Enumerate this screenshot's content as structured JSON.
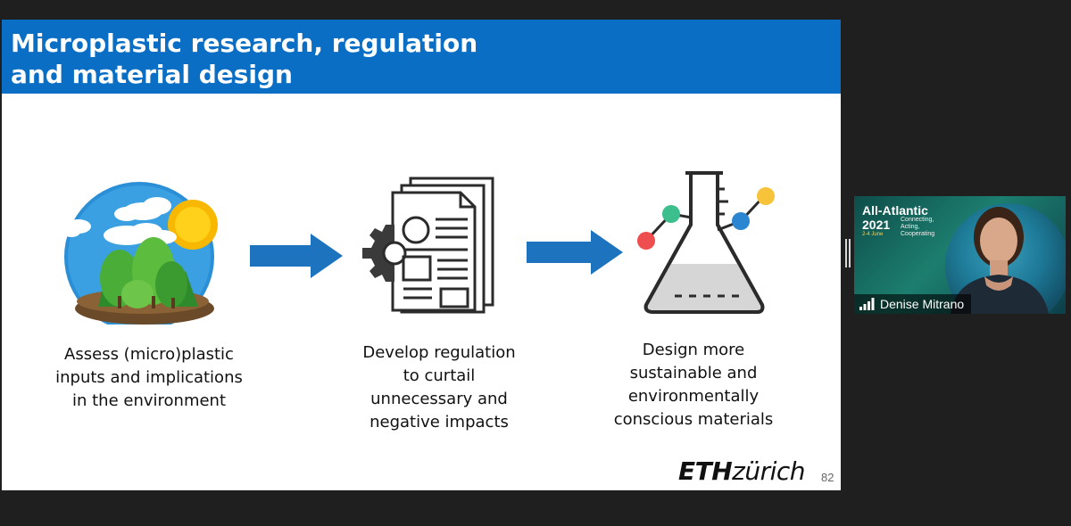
{
  "slide": {
    "title_lines": [
      "Microplastic research, regulation",
      "and material design"
    ],
    "panels": [
      {
        "icon": "environment-landscape-icon",
        "caption_lines": [
          "Assess (micro)plastic",
          "inputs and implications",
          "in the environment"
        ]
      },
      {
        "icon": "regulation-documents-icon",
        "caption_lines": [
          "Develop regulation",
          "to curtail",
          "unnecessary and",
          "negative impacts"
        ]
      },
      {
        "icon": "chemistry-flask-icon",
        "caption_lines": [
          "Design more",
          "sustainable and",
          "environmentally",
          "conscious materials"
        ]
      }
    ],
    "logo": {
      "bold": "ETH",
      "italic": "zürich"
    },
    "page_number": "82",
    "colors": {
      "header": "#0a6ec4",
      "arrow": "#1e73be"
    }
  },
  "video_tile": {
    "event_name": "All-Atlantic",
    "event_year": "2021",
    "event_tagline": [
      "Connecting,",
      "Acting,",
      "Cooperating"
    ],
    "event_dates": "2-4 June",
    "participant_name": "Denise Mitrano",
    "icon": "signal-strength-icon"
  }
}
